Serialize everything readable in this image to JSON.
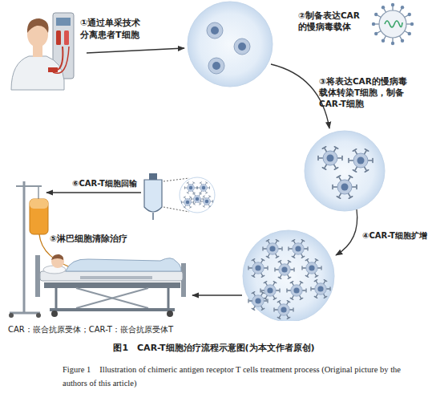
{
  "diagram": {
    "caption": "图1　CAR-T细胞治疗流程示意图(为本文作者原创)",
    "labels": [
      "①通过单采技术 分离患者T细胞",
      "②制备表达CAR 的慢病毒载体",
      "③将表达CAR的慢病毒 载体转染T细胞，制备 CAR-T细胞",
      "④CAR-T细胞扩增",
      "⑤淋巴细胞清除治疗",
      "⑥CAR-T细胞回输",
      "CAR：嵌合抗原受体；CAR-T：嵌合抗原受体T",
      "Figure 1　Illustration of chimeric antigen receptor T cells treatment process (Original picture by the authors of this article)"
    ]
  }
}
